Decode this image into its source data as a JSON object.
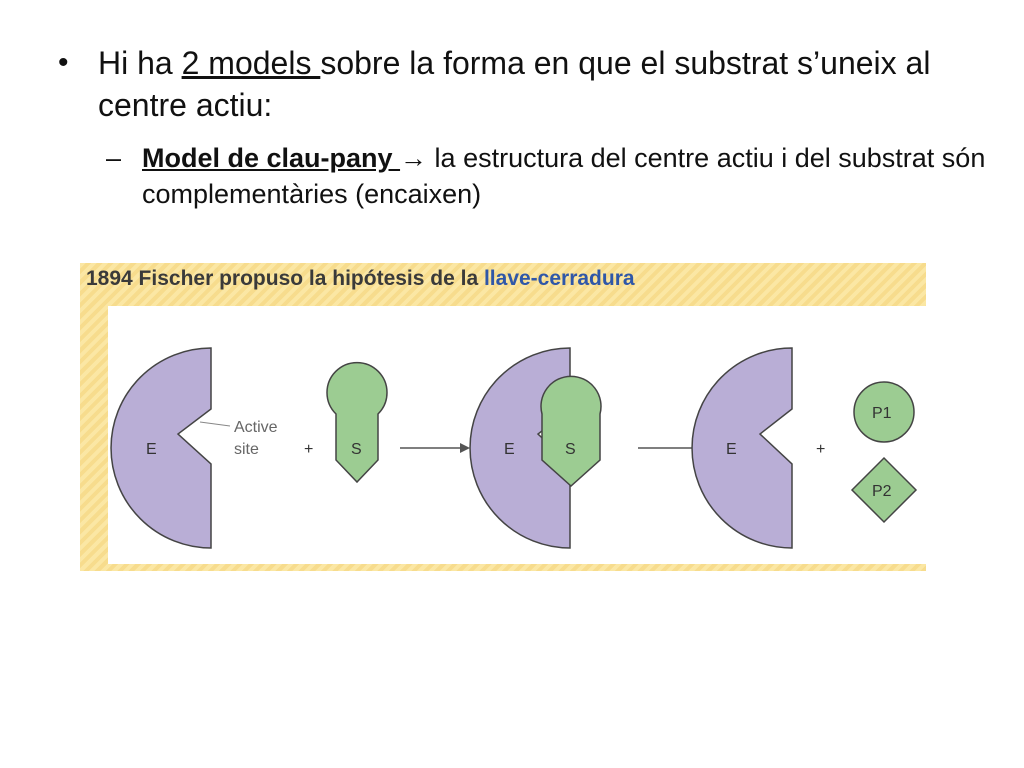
{
  "bullet1": {
    "marker": "•",
    "prefix": "Hi ha ",
    "underlined": "2 models ",
    "suffix": "sobre la forma en que el substrat s’uneix al centre actiu:"
  },
  "bullet2": {
    "marker": "–",
    "bold_underlined": "Model de clau-pany ",
    "arrow": "→",
    "text": " la estructura del centre actiu i del substrat són complementàries (encaixen)"
  },
  "figure": {
    "title_prefix": "1894 Fischer propuso la hipótesis de la ",
    "title_highlight": "llave-cerradura",
    "enzyme_label": "E",
    "substrate_label": "S",
    "active_site_label_line1": "Active",
    "active_site_label_line2": "site",
    "plus": "+",
    "product1_label": "P1",
    "product2_label": "P2",
    "colors": {
      "enzyme": "#b9aed6",
      "substrate": "#9ccc92",
      "outline": "#444444",
      "title_highlight": "#2f57a8",
      "background_stripes": "#fbe7a4"
    }
  }
}
